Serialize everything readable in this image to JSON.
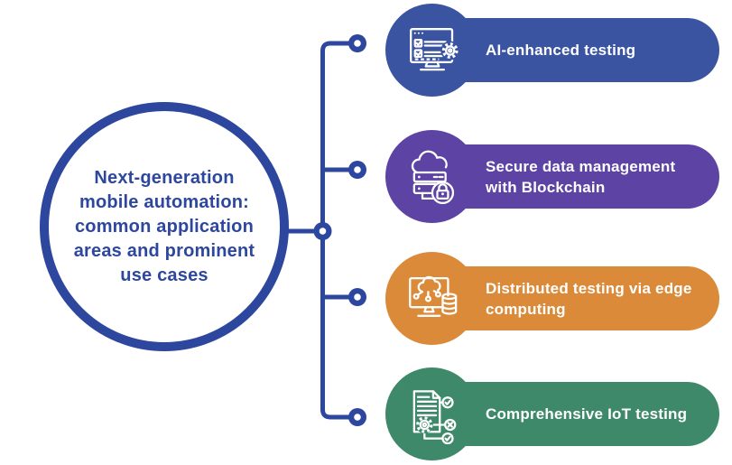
{
  "figure": {
    "type": "radial-list-infographic",
    "center_title": {
      "text": "Next-generation mobile automation: common application areas and prominent use cases",
      "lines": [
        "Next-generation",
        "mobile automation:",
        "common application",
        "areas and prominent",
        "use cases"
      ]
    },
    "items": [
      {
        "label": "AI-enhanced testing",
        "lines": [
          "AI-enhanced testing"
        ],
        "color": "#3a54a2",
        "icon": "ai-enhanced-testing-icon"
      },
      {
        "label": "Secure data management with Blockchain",
        "lines": [
          "Secure data management",
          "with Blockchain"
        ],
        "color": "#5d43a4",
        "icon": "blockchain-security-icon"
      },
      {
        "label": "Distributed testing via edge computing",
        "lines": [
          "Distributed testing via edge",
          "computing"
        ],
        "color": "#da8a39",
        "icon": "edge-computing-icon"
      },
      {
        "label": "Comprehensive IoT testing",
        "lines": [
          "Comprehensive IoT testing"
        ],
        "color": "#3d8969",
        "icon": "iot-testing-icon"
      }
    ],
    "colors": {
      "connector": "#2d479f",
      "title_text": "#2d479f",
      "item_text": "#ffffff",
      "background": "#ffffff",
      "circle_border": "#2d479f"
    }
  }
}
